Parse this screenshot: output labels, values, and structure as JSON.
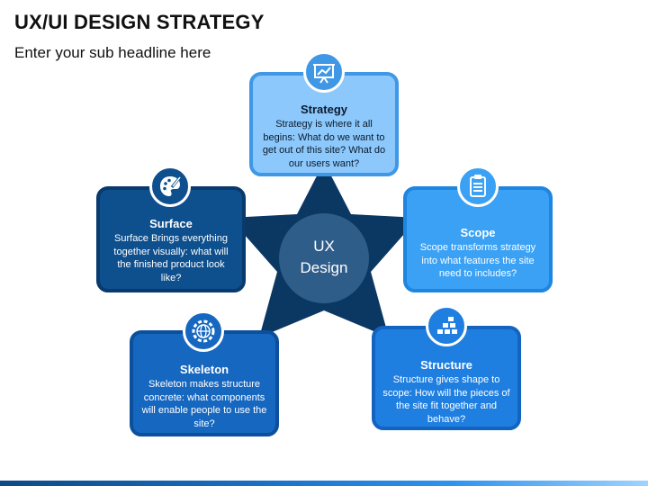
{
  "title": "UX/UI DESIGN STRATEGY",
  "subtitle": "Enter your sub headline here",
  "center": {
    "line1": "UX",
    "line2": "Design"
  },
  "cards": {
    "strategy": {
      "title": "Strategy",
      "text": "Strategy is where it all begins: What do we want to get out of this site? What do our users want?",
      "icon": "presentation-chart-icon",
      "fill": "#8cc8fb",
      "border": "#3f97e6",
      "text_color": "#0b1b2e"
    },
    "scope": {
      "title": "Scope",
      "text": "Scope transforms strategy into what features the site need to includes?",
      "icon": "clipboard-checklist-icon",
      "fill": "#3aa1f5",
      "border": "#1f86e0",
      "text_color": "#ffffff"
    },
    "structure": {
      "title": "Structure",
      "text": "Structure gives shape to scope: How will the pieces of the site fit together and behave?",
      "icon": "blocks-structure-icon",
      "fill": "#1f7fe0",
      "border": "#1264c0",
      "text_color": "#ffffff"
    },
    "skeleton": {
      "title": "Skeleton",
      "text": "Skeleton makes structure concrete: what components will enable people to use the site?",
      "icon": "globe-gear-icon",
      "fill": "#1667c0",
      "border": "#0c4f9c",
      "text_color": "#ffffff"
    },
    "surface": {
      "title": "Surface",
      "text": "Surface Brings everything together visually: what will the finished product look like?",
      "icon": "palette-brush-icon",
      "fill": "#0e4f8e",
      "border": "#083a6d",
      "text_color": "#ffffff"
    }
  },
  "colors": {
    "star": "#0b3763",
    "center_circle": "#2f5d8a",
    "center_text": "#ffffff"
  }
}
